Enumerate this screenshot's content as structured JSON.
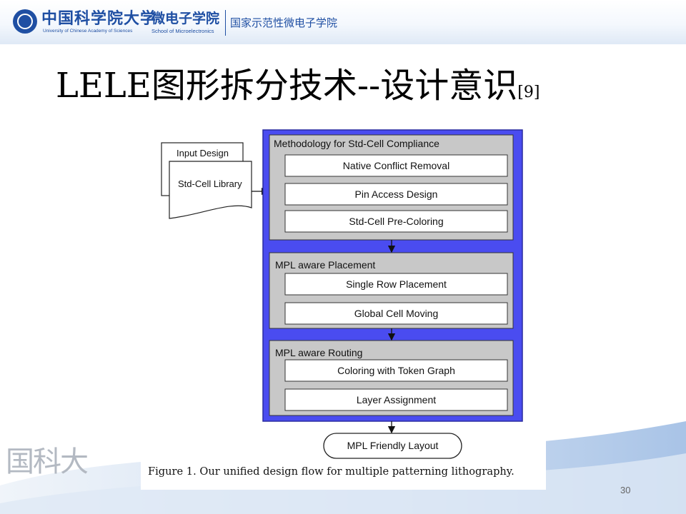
{
  "header": {
    "university_name": "中国科学院大学",
    "university_name_en": "University of Chinese Academy of Sciences",
    "school_name": "微电子学院",
    "school_name_en": "School of Microelectronics",
    "demo_school": "国家示范性微电子学院"
  },
  "title": {
    "main": "LELE图形拆分技术--设计意识",
    "ref": "[9]"
  },
  "figure": {
    "inputs": [
      "Input Design",
      "Std-Cell Library"
    ],
    "groups": [
      {
        "title": "Methodology for Std-Cell Compliance",
        "steps": [
          "Native Conflict Removal",
          "Pin Access Design",
          "Std-Cell Pre-Coloring"
        ]
      },
      {
        "title": "MPL aware Placement",
        "steps": [
          "Single Row Placement",
          "Global Cell Moving"
        ]
      },
      {
        "title": "MPL aware Routing",
        "steps": [
          "Coloring with Token Graph",
          "Layer Assignment"
        ]
      }
    ],
    "output": "MPL Friendly Layout",
    "caption": "Figure 1. Our unified design flow for multiple patterning lithography."
  },
  "footer": {
    "logo_text": "国科大",
    "page_number": "30"
  },
  "colors": {
    "flow_blue": "#4a4cf0",
    "group_gray": "#c8c8c8",
    "brand_blue": "#1f4fa3"
  }
}
